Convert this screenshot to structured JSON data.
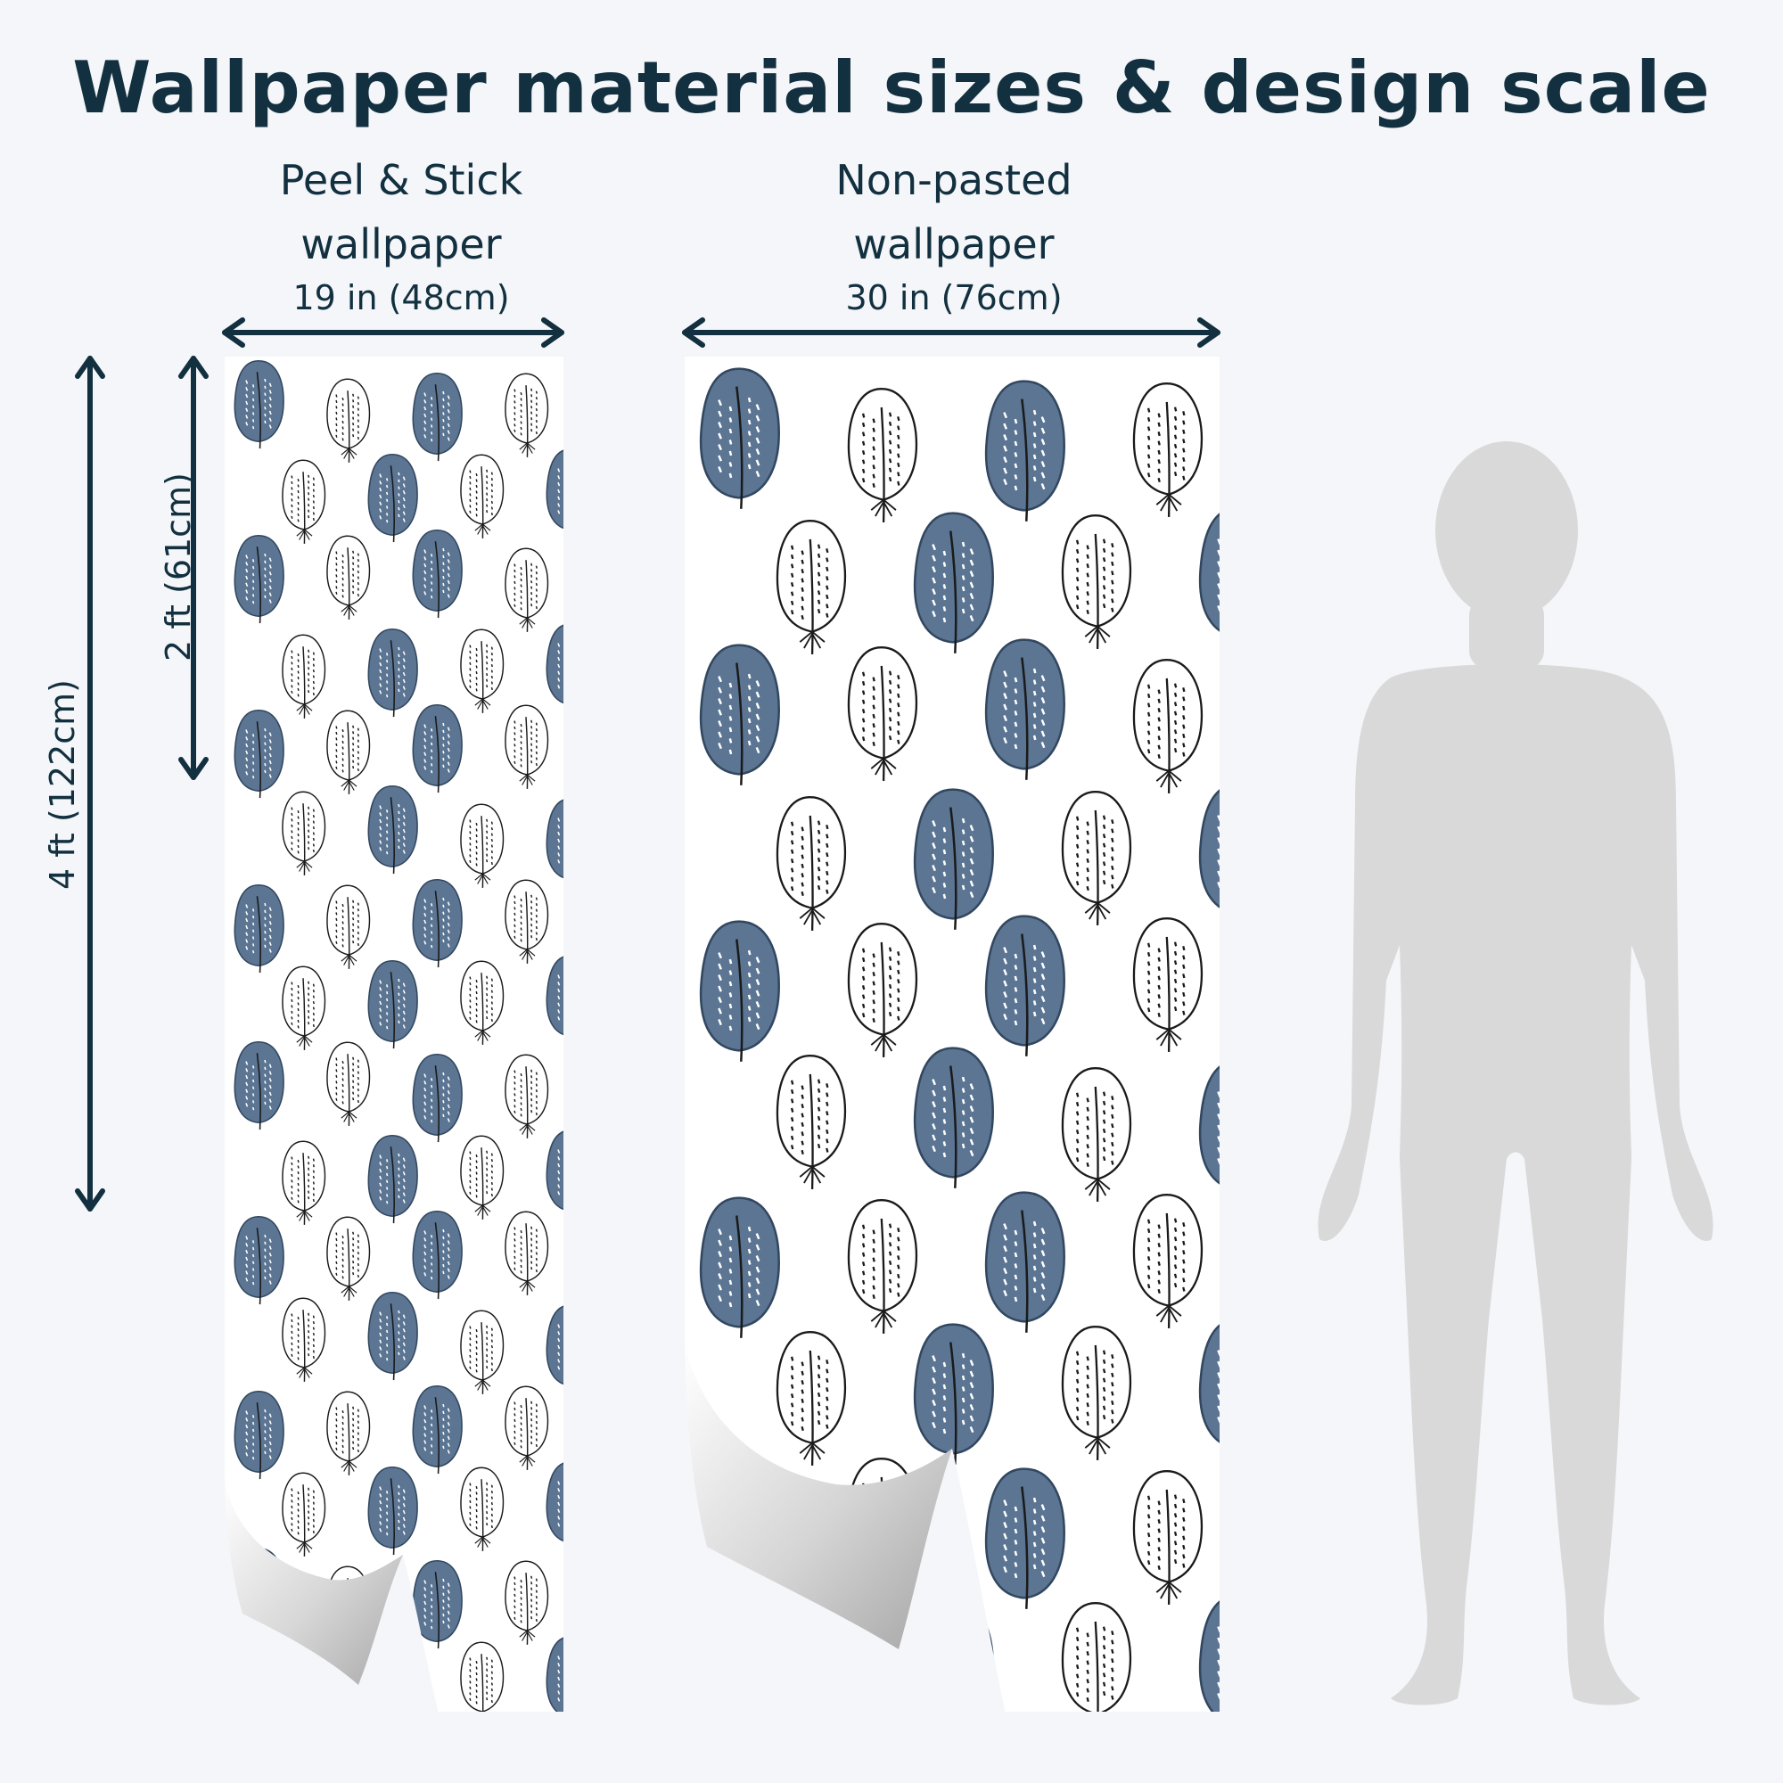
{
  "title": "Wallpaper material sizes & design scale",
  "peel_stick": {
    "label_line1": "Peel & Stick",
    "label_line2": "wallpaper",
    "width_label": "19 in (48cm)"
  },
  "non_pasted": {
    "label_line1": "Non-pasted",
    "label_line2": "wallpaper",
    "width_label": "30 in (76cm)"
  },
  "heights": {
    "two_ft": "2 ft (61cm)",
    "four_ft": "4 ft (122cm)"
  },
  "colors": {
    "text": "#12303f",
    "background": "#f4f6f9",
    "feather_blue": "#5b7593",
    "feather_line": "#1a1a1a",
    "silhouette": "#d9d9d9"
  },
  "icons": {
    "pattern": "feather-pattern",
    "person": "person-silhouette-icon"
  }
}
